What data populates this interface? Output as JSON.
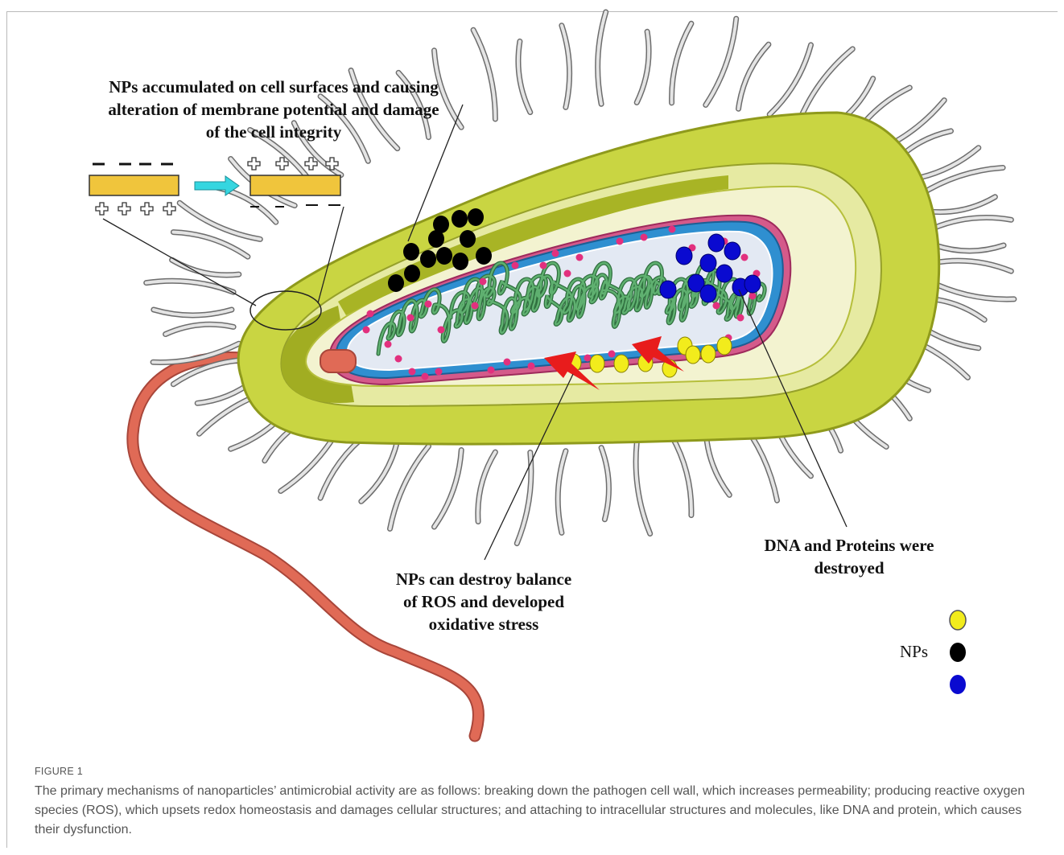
{
  "figure": {
    "labels": {
      "surface_lines": [
        "NPs accumulated on cell surfaces and causing",
        "alteration of membrane  potential and damage",
        "of the cell integrity"
      ],
      "ros_lines": [
        "NPs can destroy balance",
        "of ROS and developed",
        "oxidative stress"
      ],
      "dna_lines": [
        "DNA and Proteins were",
        "destroyed"
      ],
      "legend_label": "NPs"
    },
    "legend_colors": [
      "#f2ec1c",
      "#000000",
      "#0a0ad0"
    ],
    "colors": {
      "outer_capsule": "#c9d542",
      "cell_wall": "#e2e68e",
      "membrane_blue": "#2f8fd0",
      "cytoplasm": "#e3e9f3",
      "dna": "#3e9a5a",
      "flagellum": "#e06a56",
      "ribosome": "#e2307e",
      "ros_bolt": "#e81c1c",
      "membrane_bar": "#f0c53c",
      "arrow": "#35d6e0"
    }
  },
  "caption": {
    "figure_number": "FIGURE 1",
    "text": "The primary mechanisms of nanoparticles’ antimicrobial activity are as follows: breaking down the pathogen cell wall, which increases permeability; producing reactive oxygen species (ROS), which upsets redox homeostasis and damages cellular structures; and attaching to intracellular structures and molecules, like DNA and protein, which causes their dysfunction."
  }
}
